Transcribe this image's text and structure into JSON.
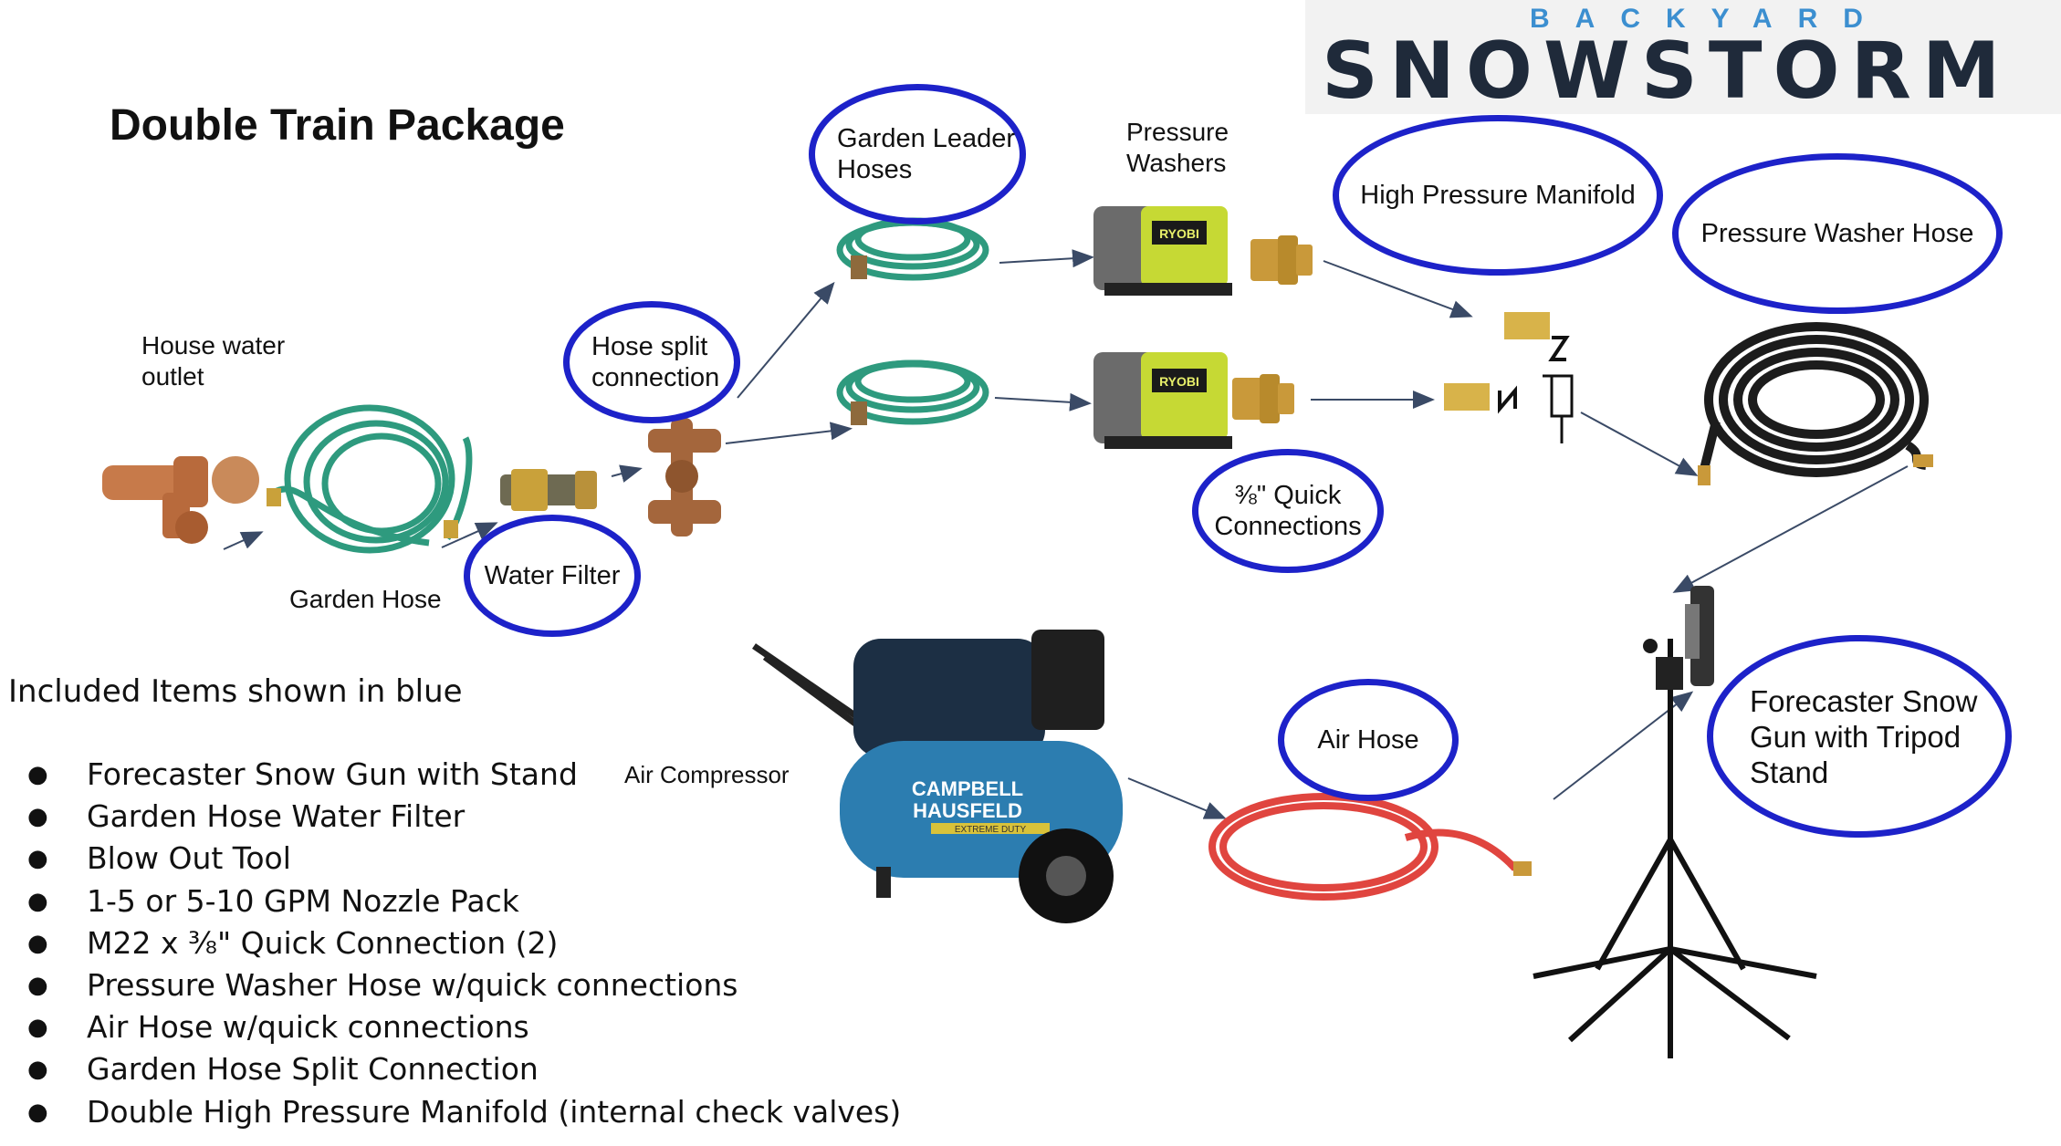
{
  "title": "Double Train Package",
  "logo": {
    "top": "BACKYARD",
    "main": "SNOWSTORM"
  },
  "labels": {
    "house_water_outlet": [
      "House water",
      "outlet"
    ],
    "garden_hose": "Garden Hose",
    "pressure_washers": [
      "Pressure",
      "Washers"
    ],
    "air_compressor": "Air Compressor"
  },
  "ovals": {
    "garden_leader_hoses": [
      "Garden Leader",
      "Hoses"
    ],
    "hose_split": [
      "Hose split",
      "connection"
    ],
    "water_filter": "Water Filter",
    "high_pressure_manifold": "High Pressure Manifold",
    "pressure_washer_hose": "Pressure Washer Hose",
    "quick_connections": [
      "⅜\" Quick",
      "Connections"
    ],
    "air_hose": "Air Hose",
    "snow_gun": [
      "Forecaster Snow",
      "Gun with Tripod",
      "Stand"
    ]
  },
  "included_heading": "Included Items shown in blue",
  "included_items": [
    "Forecaster Snow Gun with Stand",
    "Garden Hose Water Filter",
    "Blow Out Tool",
    "1-5 or 5-10 GPM Nozzle Pack",
    "M22 x ⅜\" Quick Connection (2)",
    "Pressure Washer Hose w/quick connections",
    "Air Hose w/quick connections",
    "Garden Hose Split Connection",
    "Double High Pressure Manifold (internal check valves)"
  ],
  "product_marks": {
    "washer_brand": "RYOBI",
    "compressor_brand": [
      "CAMPBELL",
      "HAUSFELD"
    ],
    "compressor_badge": "EXTREME DUTY"
  },
  "colors": {
    "oval": "#1d22c9",
    "garden_hose": "#2e9a7e",
    "air_hose": "#e0453f",
    "washer": "#c6d934",
    "compressor": "#2c7db0"
  }
}
